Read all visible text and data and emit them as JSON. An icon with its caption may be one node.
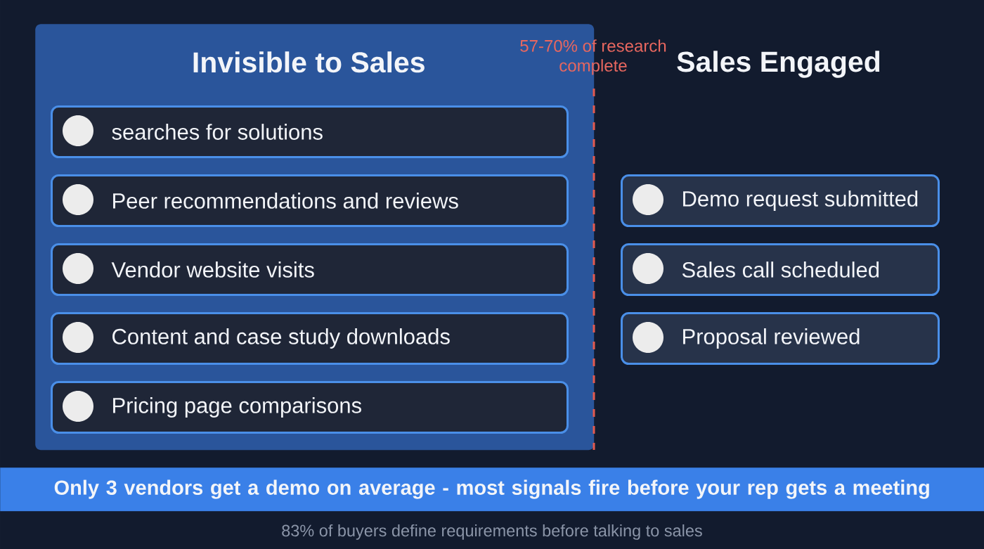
{
  "diagram": {
    "nodes": [
      {
        "text": [
          "Invisible to Sales"
        ]
      },
      {
        "text": [
          "searches for solutions"
        ],
        "in": 0
      },
      {
        "text": [
          "Peer recommendations and reviews"
        ],
        "in": 0
      },
      {
        "text": [
          "Vendor website visits"
        ],
        "in": 0
      },
      {
        "text": [
          "Content and case study downloads"
        ],
        "in": 0
      },
      {
        "text": [
          "Pricing page comparisons"
        ],
        "in": 0
      },
      {
        "text": [
          "Demo request submitted"
        ]
      },
      {
        "text": [
          "Sales call scheduled"
        ]
      },
      {
        "text": [
          "Proposal reviewed"
        ]
      },
      {
        "text": [
          "Only 3 vendors get a demo on average - most signals fire before your rep gets a meeting"
        ]
      }
    ],
    "labels": [
      "57-70% of research complete",
      "Sales Engaged"
    ],
    "caption": "83% of buyers define requirements before talking to sales"
  }
}
